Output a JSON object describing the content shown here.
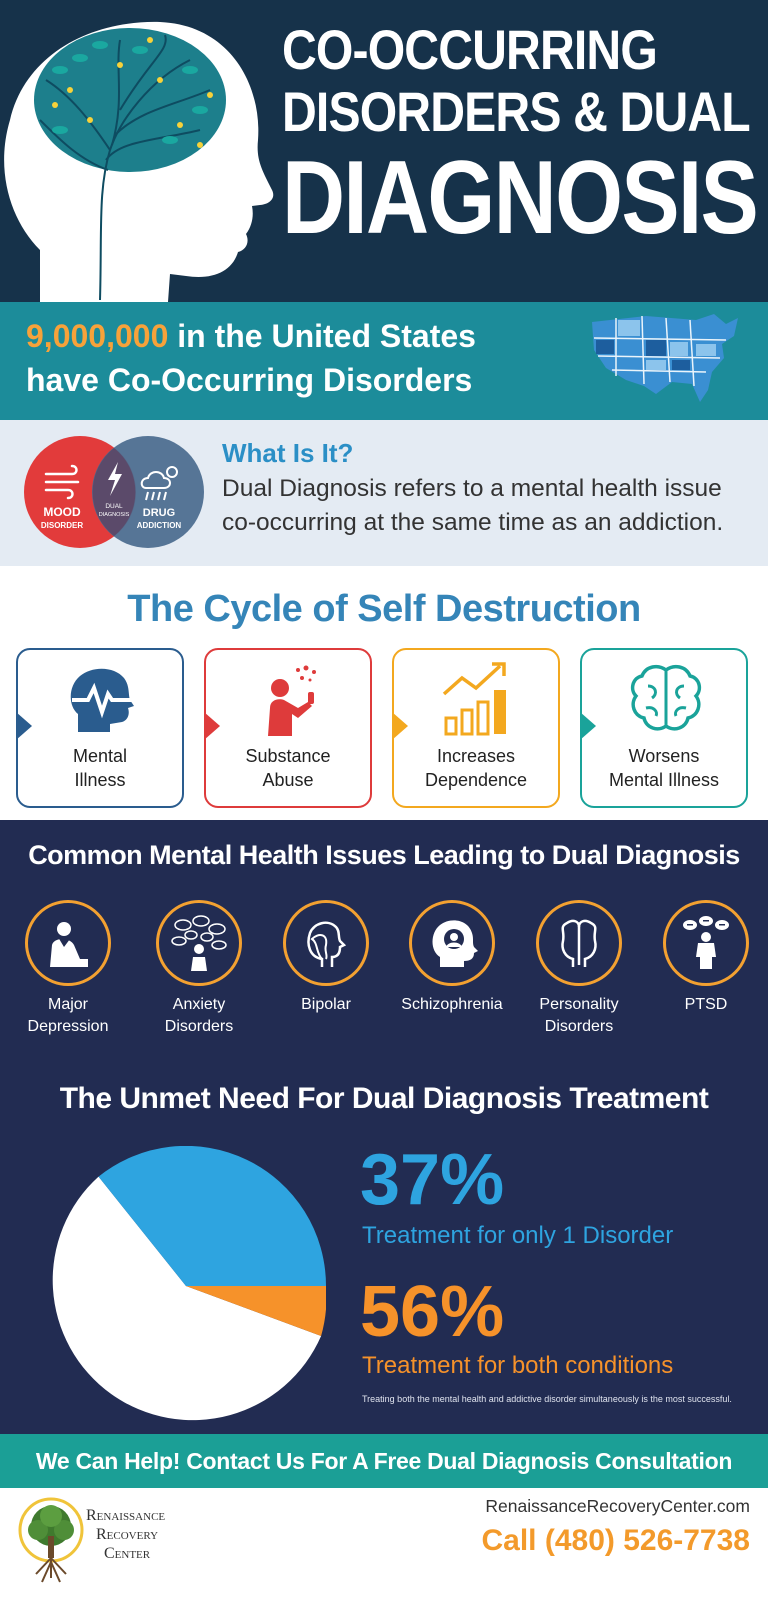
{
  "header": {
    "title_line1": "CO-OCCURRING",
    "title_line2": "DISORDERS & DUAL",
    "title_line3": "DIAGNOSIS"
  },
  "stat": {
    "number": "9,000,000",
    "line1_rest": " in the United States",
    "line2": "have Co-Occurring Disorders"
  },
  "what": {
    "venn_left_line1": "MOOD",
    "venn_left_line2": "DISORDER",
    "venn_mid_line1": "DUAL",
    "venn_mid_line2": "DIAGNOSIS",
    "venn_right_line1": "DRUG",
    "venn_right_line2": "ADDICTION",
    "heading": "What Is It?",
    "body": "Dual Diagnosis refers to a mental health issue co-occurring at the same time as an addiction."
  },
  "cycle": {
    "title": "The Cycle of Self Destruction",
    "steps": [
      {
        "line1": "Mental",
        "line2": "Illness",
        "color": "#2a5c8e"
      },
      {
        "line1": "Substance",
        "line2": "Abuse",
        "color": "#de3b3b"
      },
      {
        "line1": "Increases",
        "line2": "Dependence",
        "color": "#f3a81f"
      },
      {
        "line1": "Worsens",
        "line2": "Mental Illness",
        "color": "#1aa39a"
      }
    ]
  },
  "issues": {
    "title": "Common Mental Health Issues Leading to Dual Diagnosis",
    "items": [
      {
        "line1": "Major",
        "line2": "Depression",
        "icon": "depressed-person-icon"
      },
      {
        "line1": "Anxiety",
        "line2": "Disorders",
        "icon": "anxious-thoughts-icon"
      },
      {
        "line1": "Bipolar",
        "line2": "",
        "icon": "two-faces-icon"
      },
      {
        "line1": "Schizophrenia",
        "line2": "",
        "icon": "head-brain-icon"
      },
      {
        "line1": "Personality",
        "line2": "Disorders",
        "icon": "split-profile-icon"
      },
      {
        "line1": "PTSD",
        "line2": "",
        "icon": "soldier-icon"
      }
    ]
  },
  "need": {
    "title": "The Unmet Need For Dual Diagnosis Treatment",
    "stat1_value": "37%",
    "stat1_label": "Treatment for only 1 Disorder",
    "stat2_value": "56%",
    "stat2_label": "Treatment for both conditions",
    "note": "Treating both the mental health and addictive disorder simultaneously is the most successful.",
    "colors": {
      "one_disorder": "#2ea4e0",
      "both": "#f6922a",
      "rest": "#ffffff"
    }
  },
  "cta": {
    "text": "We Can Help! Contact Us For A Free Dual Diagnosis Consultation"
  },
  "footer": {
    "brand_line1": "Renaissance",
    "brand_line2": "Recovery",
    "brand_line3": "Center",
    "url": "RenaissanceRecoveryCenter.com",
    "phone": "Call (480) 526-7738"
  }
}
